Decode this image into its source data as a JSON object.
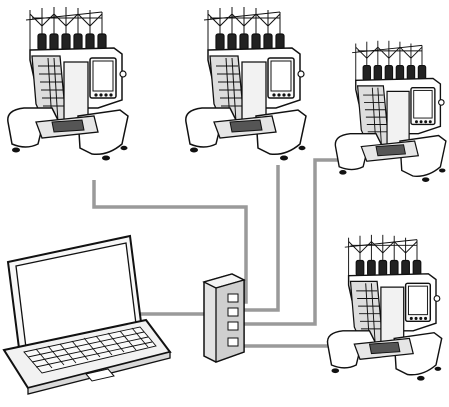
{
  "diagram": {
    "devices": {
      "computer": "laptop-computer",
      "hub": "network-hub",
      "machines": [
        "embroidery-machine",
        "embroidery-machine",
        "embroidery-machine",
        "embroidery-machine"
      ]
    },
    "colors": {
      "line": "#111111",
      "cable": "#9a9a9a",
      "cable_dark": "#666666",
      "screen": "#f7f7f7",
      "metal": "#cfcfcf",
      "panel": "#e9e9e9"
    }
  }
}
